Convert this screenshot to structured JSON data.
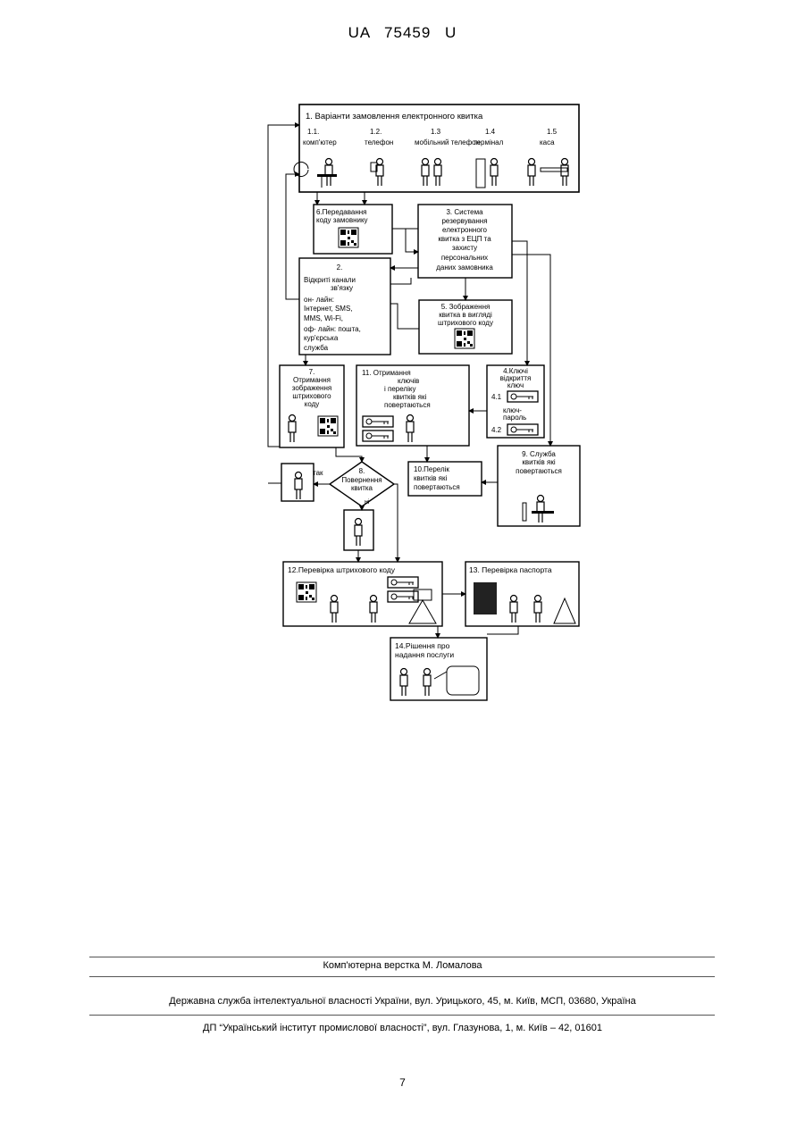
{
  "header": {
    "code": "UA 75459 U"
  },
  "diagram": {
    "box1": {
      "title": "1. Варіанти замовлення електронного квитка",
      "options": [
        {
          "num": "1.1.",
          "label": "комп'ютер"
        },
        {
          "num": "1.2.",
          "label": "телефон"
        },
        {
          "num": "1.3",
          "label": "мобільний телефон"
        },
        {
          "num": "1.4",
          "label": "термінал"
        },
        {
          "num": "1.5",
          "label": "каса"
        }
      ]
    },
    "box6": {
      "line1": "6.Передавання",
      "line2": "коду замовнику"
    },
    "box3": {
      "lines": [
        "3. Система",
        "резервування",
        "електронного",
        "квитка з ЕЦП та",
        "захисту",
        "персональних",
        "даних замовника"
      ]
    },
    "box2": {
      "lines": [
        "2.",
        "Відкриті канали",
        "зв'язку",
        "он- лайн:",
        "Інтернет, SMS,",
        "MMS, Wi-Fi,",
        "оф- лайн: пошта,",
        "кур'єрська",
        "служба"
      ]
    },
    "box5": {
      "lines": [
        "5. Зображення",
        "квитка в вигляді",
        "штрихового коду"
      ]
    },
    "box7": {
      "lines": [
        "7.",
        "Отримання",
        "зображення",
        "штрихового",
        "коду"
      ]
    },
    "box11": {
      "lines": [
        "11. Отримання",
        "ключів",
        "і переліку",
        "квитків які",
        "повертаються"
      ]
    },
    "box4": {
      "lines": [
        "4.Ключі",
        "відкриття",
        "ключ"
      ],
      "k1_num": "4.1",
      "k1_label": "ключ-",
      "k1_label2": "пароль",
      "k2_num": "4.2"
    },
    "box9": {
      "lines": [
        "9. Служба",
        "квитків які",
        "повертаються"
      ]
    },
    "box10": {
      "lines": [
        "10.Перелік",
        "квитків які",
        "повертаються"
      ]
    },
    "decision8": {
      "lines": [
        "8.",
        "Повернення",
        "квитка"
      ],
      "yes": "так",
      "no": "ні"
    },
    "box12": {
      "title": "12.Перевірка штрихового коду"
    },
    "box13": {
      "title": "13. Перевірка паспорта"
    },
    "box14": {
      "lines": [
        "14.Рішення про",
        "надання послуги"
      ]
    }
  },
  "footer": {
    "layout": "Комп'ютерна верстка М. Ломалова",
    "service": "Державна служба інтелектуальної власності України, вул. Урицького, 45, м. Київ, МСП, 03680, Україна",
    "institute": "ДП “Український інститут промислової власності”, вул. Глазунова, 1, м. Київ – 42, 01601"
  },
  "page": {
    "number": "7"
  }
}
